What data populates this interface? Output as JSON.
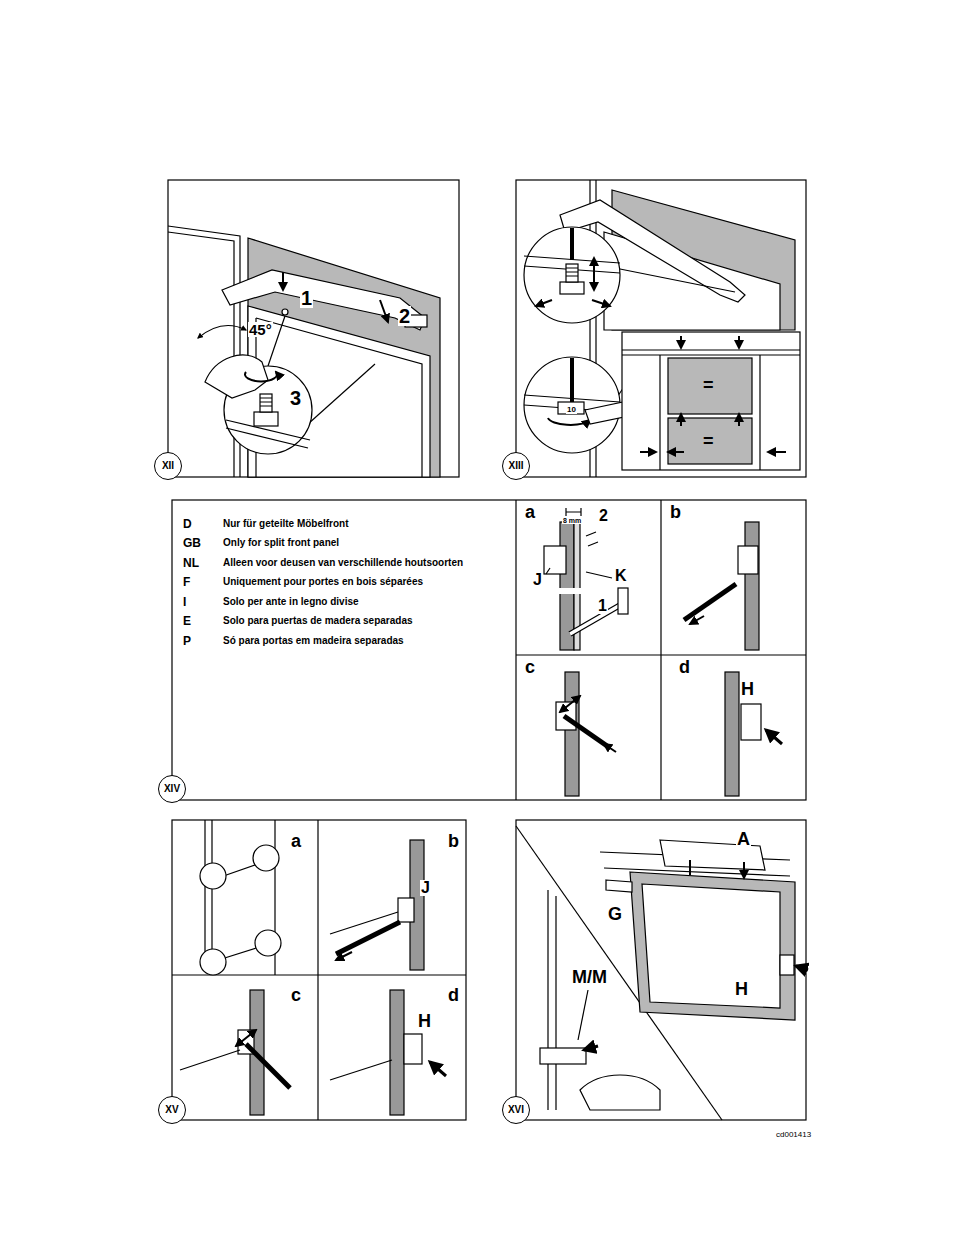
{
  "diagram": {
    "nodes": [
      {
        "text": [
          "XII"
        ]
      },
      {
        "text": [
          "XIII"
        ]
      },
      {
        "text": [
          "XIV"
        ]
      },
      {
        "text": [
          "XV"
        ]
      },
      {
        "text": [
          "XVI"
        ]
      }
    ],
    "labels": [
      "1",
      "2",
      "45°",
      "3",
      "10",
      "=",
      "=",
      "D",
      "Nur für geteilte Möbelfront",
      "GB",
      "Only for split front panel",
      "NL",
      "Alleen voor deusen van verschillende houtsoorten",
      "F",
      "Uniquement pour portes en bois séparées",
      "I",
      "Solo per ante in legno divise",
      "E",
      "Solo para puertas de madera separadas",
      "P",
      "Só para portas em madeira separadas",
      "a",
      "b",
      "c",
      "d",
      "8 mm",
      "2",
      "J",
      "K",
      "1",
      "H",
      "a",
      "b",
      "c",
      "d",
      "J",
      "H",
      "A",
      "G",
      "H",
      "M/M",
      "cd001413"
    ]
  }
}
